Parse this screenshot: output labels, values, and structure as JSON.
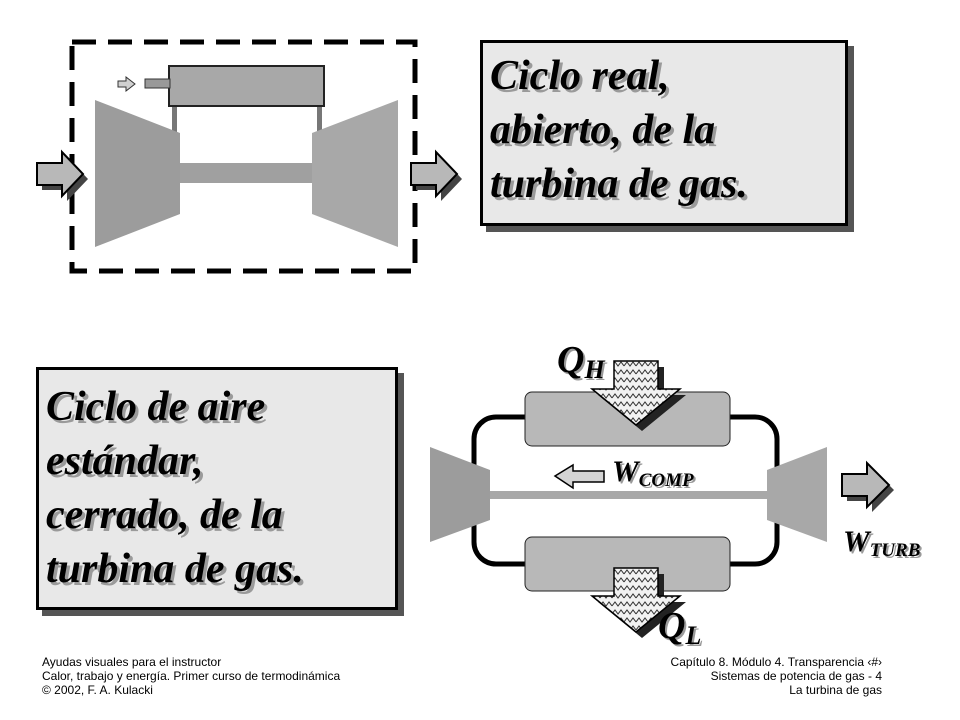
{
  "box_top": {
    "text": "Ciclo real,\nabierto, de la\nturbina de gas."
  },
  "box_bottom": {
    "text": "Ciclo de aire\nestándar,\ncerrado, de la\nturbina de gas."
  },
  "labels": {
    "qh_main": "Q",
    "qh_sub": "H",
    "ql_main": "Q",
    "ql_sub": "L",
    "wcomp_main": "W",
    "wcomp_sub": "COMP",
    "wturb_main": "W",
    "wturb_sub": "TURB"
  },
  "footer": {
    "left": [
      "Ayudas visuales para el instructor",
      "Calor, trabajo y energía. Primer curso de termodinámica",
      "© 2002,  F. A. Kulacki"
    ],
    "right": [
      "Capítulo 8. Módulo 4. Transparencia  ‹#›",
      "Sistemas de potencia de gas - 4",
      "La turbina de gas"
    ]
  },
  "colors": {
    "box_fill": "#e8e8e8",
    "component": "#b0b0b0",
    "compressor": "#9c9c9c",
    "arrow": "#b8b8b8",
    "shadow": "#555555"
  }
}
